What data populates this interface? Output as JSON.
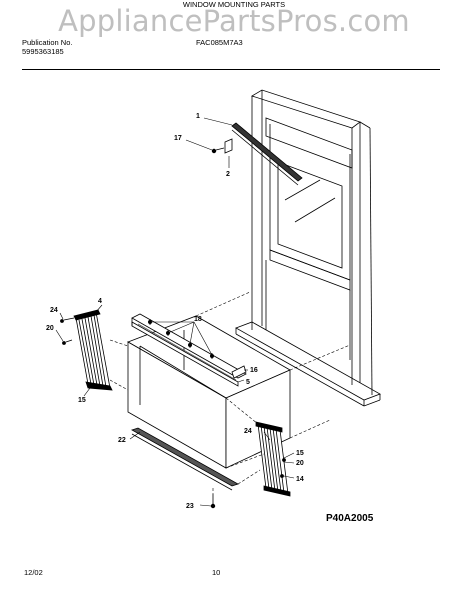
{
  "watermark": "AppliancePartsPros.com",
  "header": {
    "publication_label": "Publication No.",
    "publication_number": "5995363185",
    "model": "FAC085M7A3",
    "section_title": "WINDOW MOUNTING PARTS"
  },
  "callouts": {
    "c1": "1",
    "c17": "17",
    "c2": "2",
    "c4": "4",
    "c24_left": "24",
    "c20_left": "20",
    "c15_left": "15",
    "c18": "18",
    "c16": "16",
    "c5": "5",
    "c22": "22",
    "c24_right": "24",
    "c15_right": "15",
    "c20_right": "20",
    "c14": "14",
    "c23": "23"
  },
  "footer": {
    "diagram_code": "P40A2005",
    "date": "12/02",
    "page": "10"
  }
}
